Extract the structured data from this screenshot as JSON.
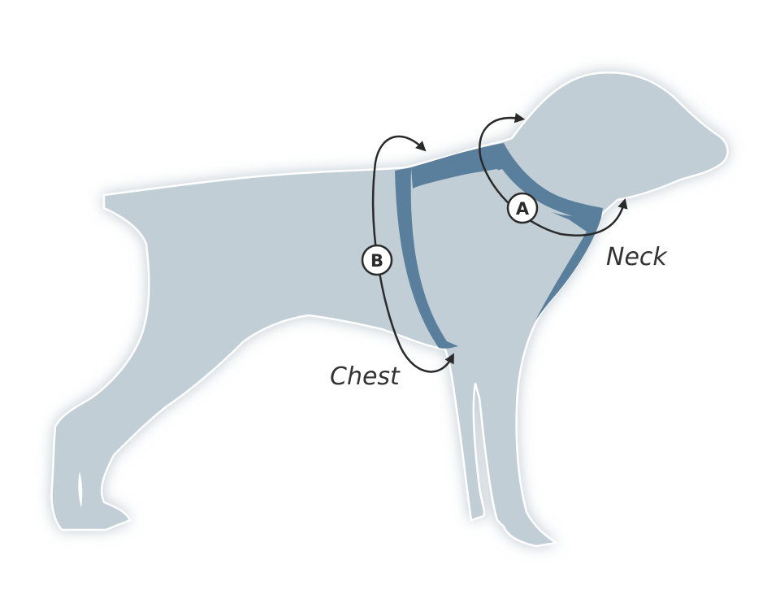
{
  "diagram": {
    "labels": {
      "neck": "Neck",
      "chest": "Chest"
    },
    "markers": {
      "a": "A",
      "b": "B"
    },
    "colors": {
      "background": "#ffffff",
      "dog_fill": "#c1ced6",
      "dog_outline": "#ffffff",
      "shadow": "#b9c5cd",
      "harness": "#5a7f9c",
      "arrow": "#2a2a2a",
      "text": "#333333"
    }
  }
}
